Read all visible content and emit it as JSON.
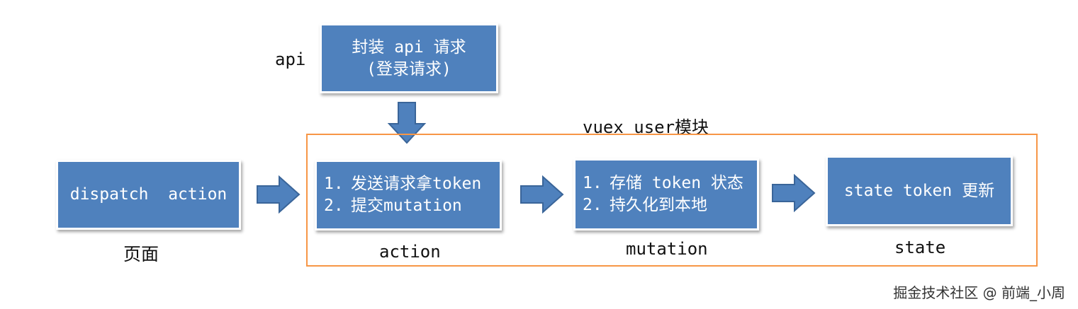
{
  "api_label": "api",
  "api_box": {
    "line1": "封装 api 请求",
    "line2": "(登录请求)"
  },
  "module_title": "vuex user模块",
  "page_box": {
    "text": "dispatch  action"
  },
  "page_label": "页面",
  "action_box": {
    "item1_num": "1.",
    "item1_text": "发送请求拿token",
    "item2_num": "2.",
    "item2_text": "提交mutation"
  },
  "action_label": "action",
  "mutation_box": {
    "item1_num": "1.",
    "item1_text": "存储 token 状态",
    "item2_num": "2.",
    "item2_text": "持久化到本地"
  },
  "mutation_label": "mutation",
  "state_box": {
    "text": "state token 更新"
  },
  "state_label": "state",
  "watermark": "掘金技术社区 @ 前端_小周",
  "colors": {
    "box_fill": "#4f81bd",
    "arrow_fill": "#4f81bd",
    "arrow_stroke": "#3a6599",
    "module_border": "#f79646"
  }
}
